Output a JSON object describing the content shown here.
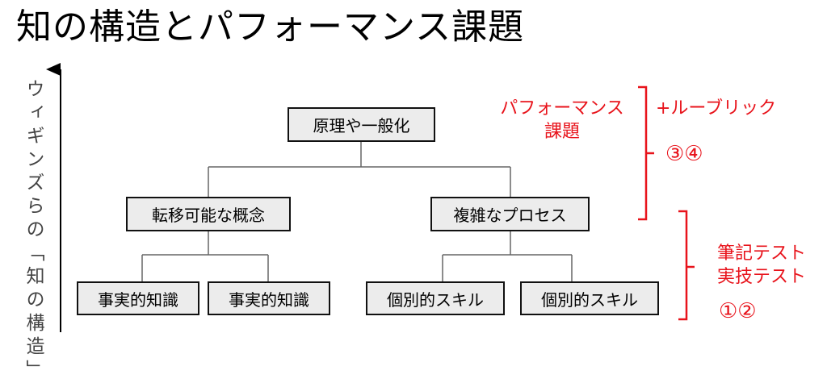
{
  "title": "知の構造とパフォーマンス課題",
  "axis_label": "ウィギンズらの「知の構造」",
  "nodes": {
    "top": "原理や一般化",
    "mid_left": "転移可能な概念",
    "mid_right": "複雑なプロセス",
    "leaf_1": "事実的知識",
    "leaf_2": "事実的知識",
    "leaf_3": "個別的スキル",
    "leaf_4": "個別的スキル"
  },
  "annotations": {
    "performance_line1": "パフォーマンス",
    "performance_line2": "課題",
    "rubric": "+ルーブリック",
    "upper_numbers": "③④",
    "test_line1": "筆記テスト",
    "test_line2": "実技テスト",
    "lower_numbers": "①②"
  },
  "colors": {
    "accent": "#e8131b",
    "node_fill": "#ececec",
    "line": "#555555"
  }
}
